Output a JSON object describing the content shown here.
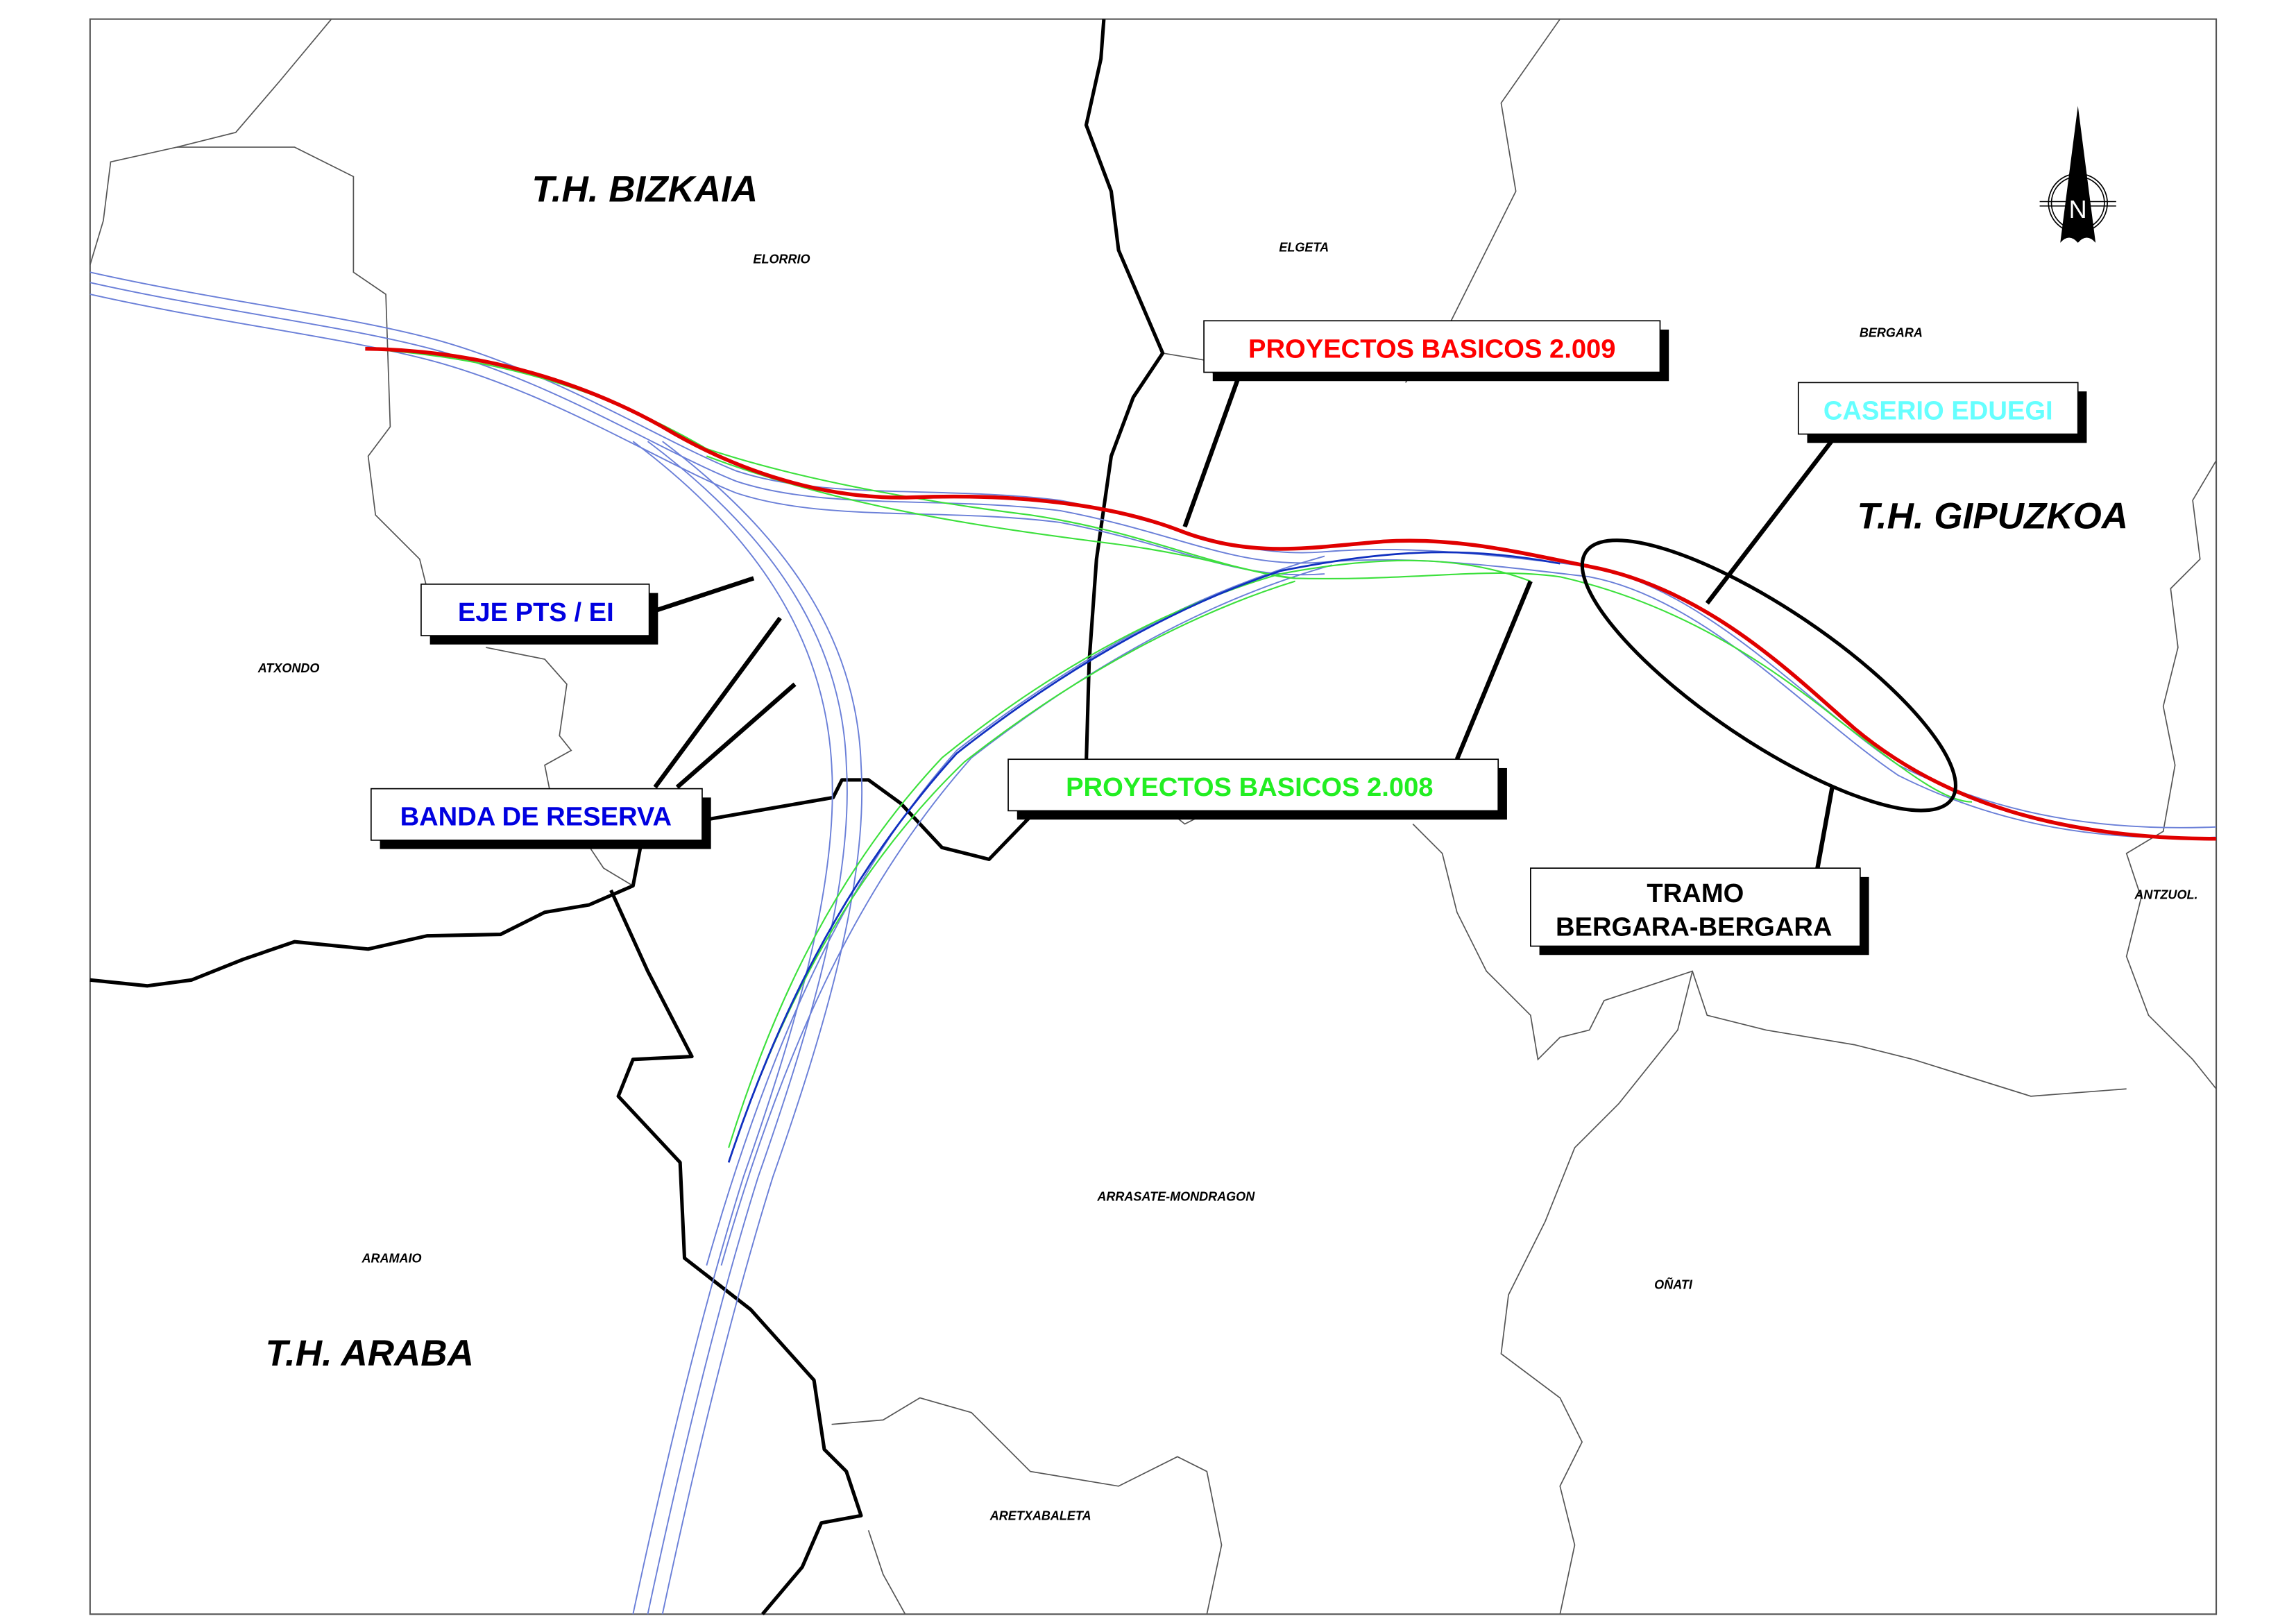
{
  "provinces": {
    "bizkaia": "T.H. BIZKAIA",
    "gipuzkoa": "T.H. GIPUZKOA",
    "araba": "T.H. ARABA"
  },
  "towns": {
    "elorrio": "ELORRIO",
    "elgeta": "ELGETA",
    "bergara": "BERGARA",
    "atxondo": "ATXONDO",
    "antzuola": "ANTZUOL.",
    "aramaio": "ARAMAIO",
    "arrasate": "ARRASATE-MONDRAGON",
    "onati": "OÑATI",
    "aretxabaleta": "ARETXABALETA"
  },
  "callouts": {
    "proyectos_2009": {
      "label": "PROYECTOS BASICOS 2.009",
      "color": "#ff0000"
    },
    "caserio": {
      "label": "CASERIO EDUEGI",
      "color": "#66ffff"
    },
    "eje_pts": {
      "label": "EJE PTS / EI",
      "color": "#0000e0"
    },
    "banda": {
      "label": "BANDA DE RESERVA",
      "color": "#0000e0"
    },
    "proyectos_2008": {
      "label": "PROYECTOS BASICOS 2.008",
      "color": "#22ee22"
    },
    "tramo": {
      "line1": "TRAMO",
      "line2": "BERGARA-BERGARA",
      "color": "#000000"
    }
  },
  "north_arrow": {
    "letter": "N"
  }
}
